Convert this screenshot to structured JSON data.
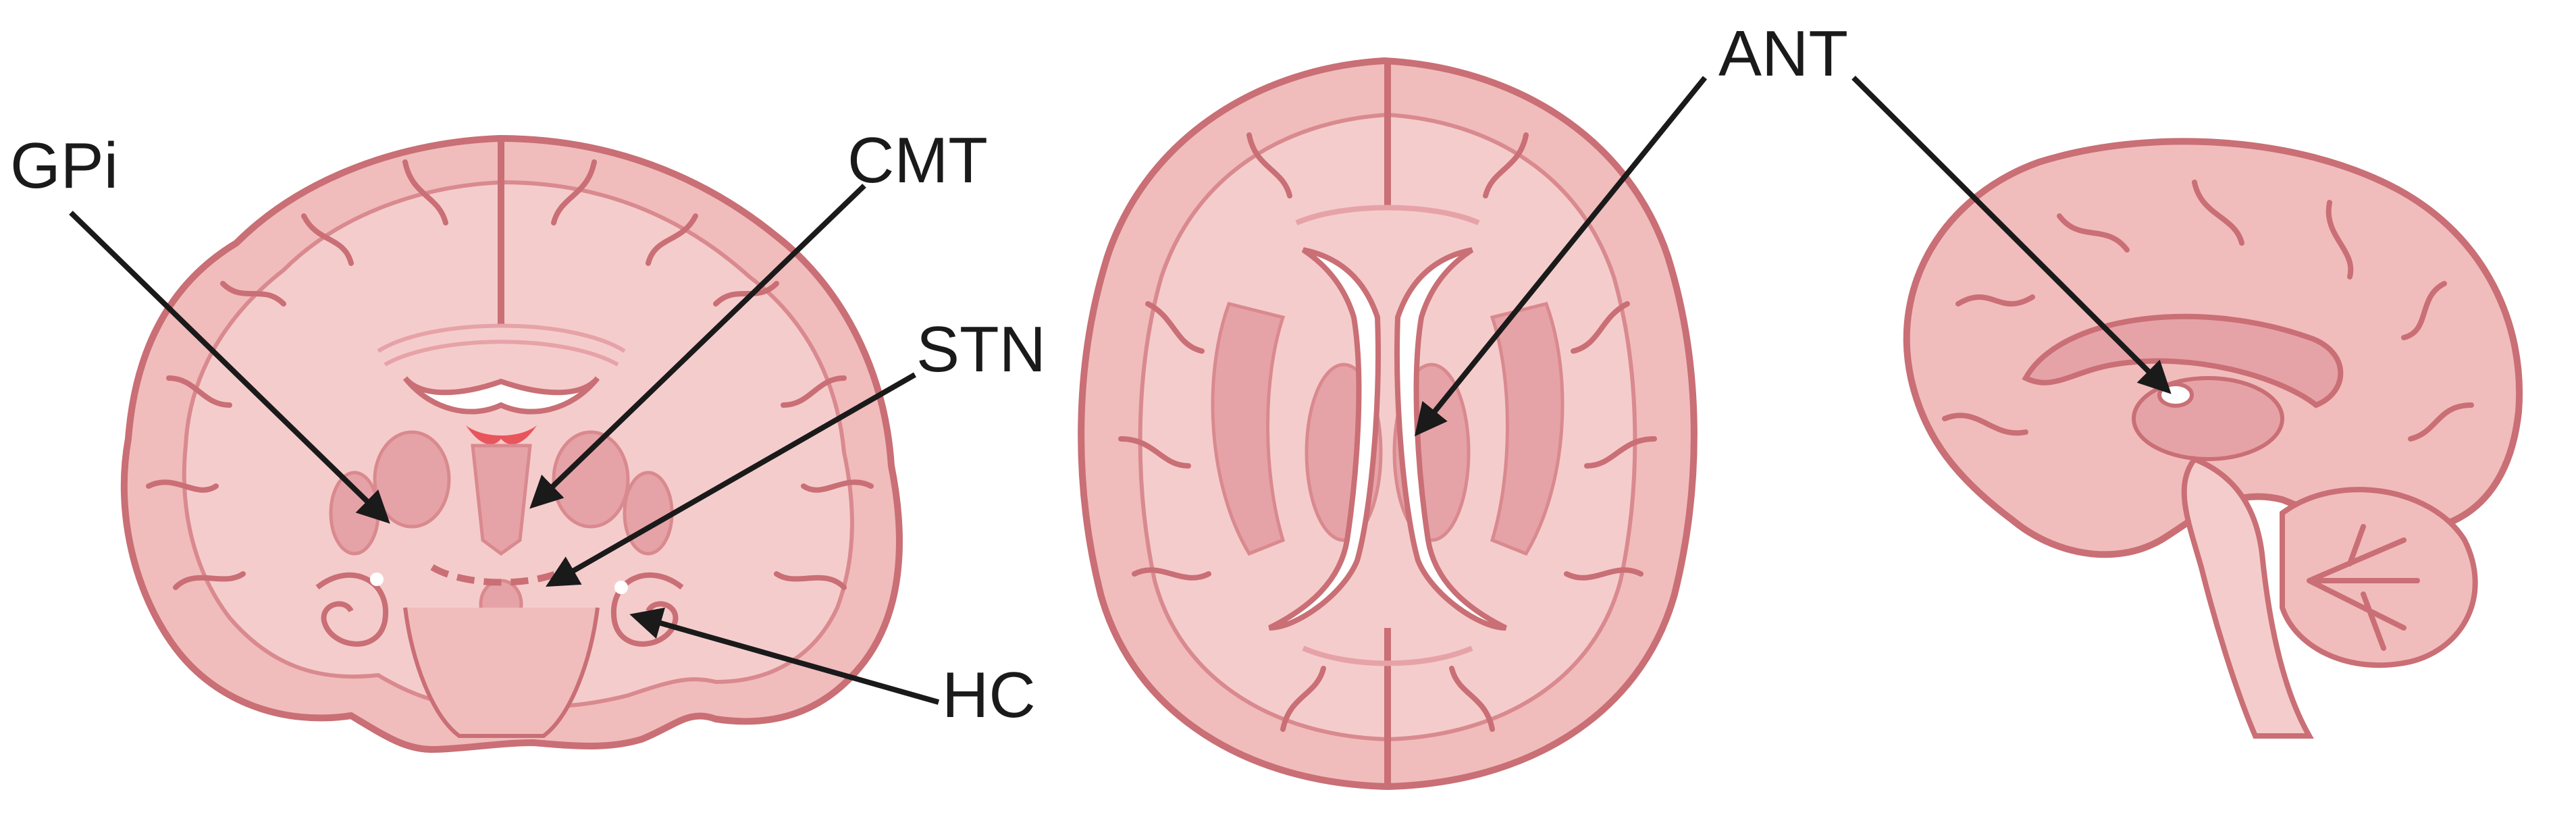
{
  "labels": {
    "gpi": "GPi",
    "cmt": "CMT",
    "stn": "STN",
    "hc": "HC",
    "ant": "ANT"
  },
  "colors": {
    "tissue": "#f1bcbc",
    "tissue_light": "#f5cccc",
    "outline": "#c96f75",
    "deep_nuclei": "#e6a3a7",
    "ventricle": "#ffffff",
    "highlight_red": "#e8555c",
    "arrow": "#1a1a1a"
  }
}
